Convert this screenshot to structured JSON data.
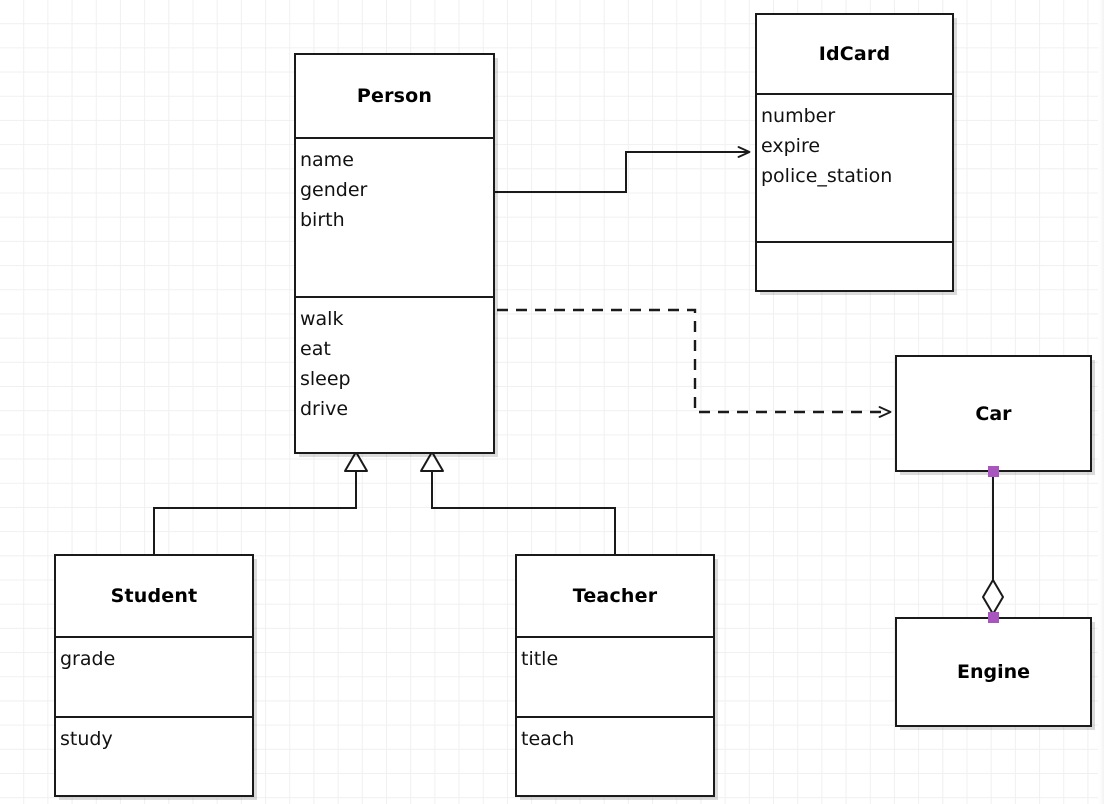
{
  "diagram": {
    "type": "uml-class-diagram",
    "background": "#ffffff",
    "grid_color": "#f0f0f0",
    "line_color": "#1a1a1a",
    "handle_color": "#a855c0"
  },
  "classes": {
    "person": {
      "name": "Person",
      "attributes": [
        "name",
        "gender",
        "birth"
      ],
      "operations": [
        "walk",
        "eat",
        "sleep",
        "drive"
      ]
    },
    "idcard": {
      "name": "IdCard",
      "attributes": [
        "number",
        "expire",
        "police_station"
      ],
      "operations": []
    },
    "student": {
      "name": "Student",
      "attributes": [
        "grade"
      ],
      "operations": [
        "study"
      ]
    },
    "teacher": {
      "name": "Teacher",
      "attributes": [
        "title"
      ],
      "operations": [
        "teach"
      ]
    },
    "car": {
      "name": "Car",
      "attributes": [],
      "operations": []
    },
    "engine": {
      "name": "Engine",
      "attributes": [],
      "operations": []
    }
  },
  "relationships": [
    {
      "id": "person-idcard",
      "kind": "association",
      "source": "Person",
      "target": "IdCard",
      "line_style": "solid",
      "arrow": "open-arrow"
    },
    {
      "id": "person-car",
      "kind": "dependency",
      "source": "Person",
      "target": "Car",
      "line_style": "dashed",
      "arrow": "open-arrow"
    },
    {
      "id": "student-person",
      "kind": "generalization",
      "source": "Student",
      "target": "Person",
      "line_style": "solid",
      "arrow": "hollow-triangle"
    },
    {
      "id": "teacher-person",
      "kind": "generalization",
      "source": "Teacher",
      "target": "Person",
      "line_style": "solid",
      "arrow": "hollow-triangle"
    },
    {
      "id": "car-engine",
      "kind": "aggregation",
      "source": "Car",
      "target": "Engine",
      "line_style": "solid",
      "arrow": "hollow-diamond"
    }
  ]
}
